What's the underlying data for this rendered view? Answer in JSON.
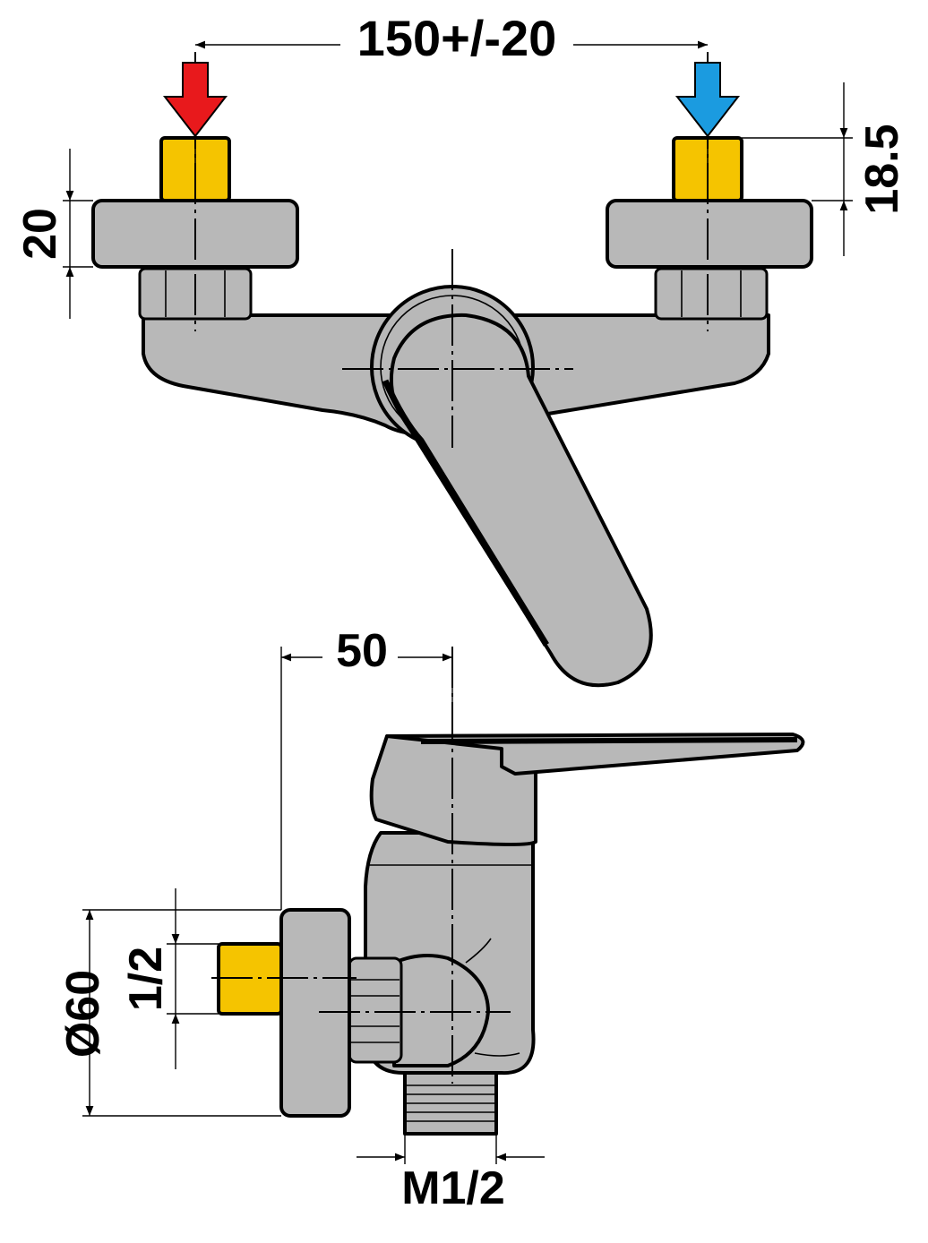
{
  "dimensions": {
    "inlet_spacing": "150+/-20",
    "eccentric_height": "20",
    "inlet_height": "18.5",
    "wall_offset": "50",
    "flange_diameter": "Ø60",
    "inlet_thread": "1/2",
    "outlet_thread": "M1/2"
  },
  "colors": {
    "hot_arrow": "#e8191c",
    "cold_arrow": "#1b9be0",
    "brass_thread": "#f5c400",
    "chrome_body": "#b8b8b8"
  },
  "icons": {
    "hot_inlet": "down-arrow-icon",
    "cold_inlet": "down-arrow-icon"
  }
}
